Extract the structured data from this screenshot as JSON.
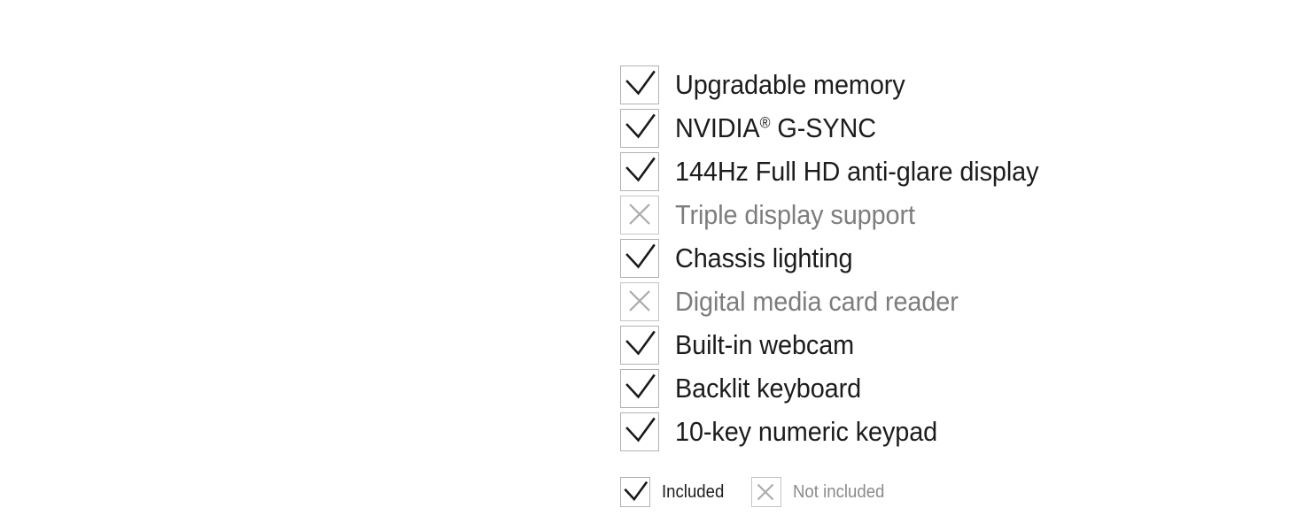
{
  "features": [
    {
      "label": "Upgradable memory",
      "included": true,
      "icon": "check-icon"
    },
    {
      "label": "NVIDIA® G-SYNC",
      "included": true,
      "icon": "check-icon"
    },
    {
      "label": "144Hz Full HD anti-glare display",
      "included": true,
      "icon": "check-icon"
    },
    {
      "label": "Triple display support",
      "included": false,
      "icon": "cross-icon"
    },
    {
      "label": "Chassis lighting",
      "included": true,
      "icon": "check-icon"
    },
    {
      "label": "Digital media card reader",
      "included": false,
      "icon": "cross-icon"
    },
    {
      "label": "Built-in webcam",
      "included": true,
      "icon": "check-icon"
    },
    {
      "label": "Backlit keyboard",
      "included": true,
      "icon": "check-icon"
    },
    {
      "label": "10-key numeric keypad",
      "included": true,
      "icon": "check-icon"
    }
  ],
  "legend": [
    {
      "label": "Included",
      "included": true,
      "icon": "check-icon"
    },
    {
      "label": "Not included",
      "included": false,
      "icon": "cross-icon"
    }
  ],
  "colors": {
    "background": "#ffffff",
    "text_included": "#1c1c1c",
    "text_excluded": "#7d7d7d",
    "check_stroke": "#1a1a1a",
    "cross_stroke": "#ababab",
    "box_border_included": "#b2b2b2",
    "box_border_excluded": "#c4c4c4"
  }
}
